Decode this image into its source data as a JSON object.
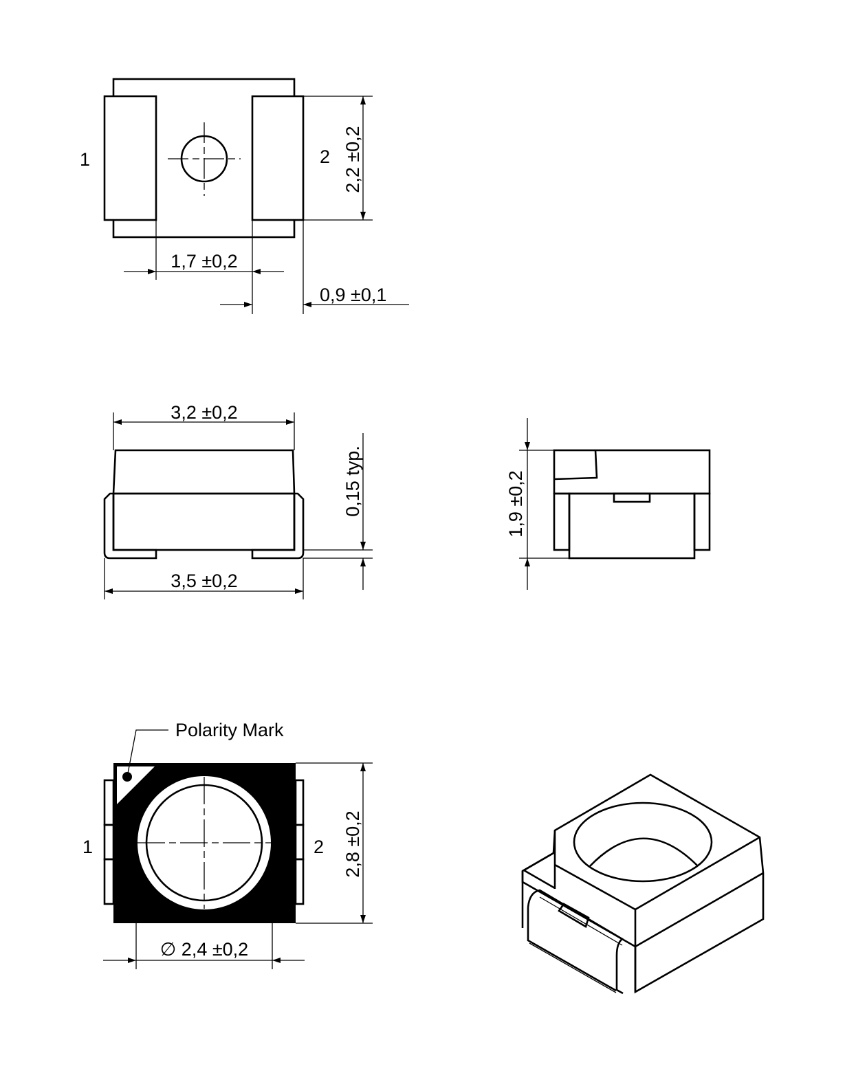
{
  "top_view": {
    "pin1_label": "1",
    "pin2_label": "2",
    "dim_height": "2,2 ±0,2",
    "dim_pad_gap": "1,7 ±0,2",
    "dim_pad_width": "0,9 ±0,1"
  },
  "side_view": {
    "dim_body_top": "3,2 ±0,2",
    "dim_overall": "3,5 ±0,2",
    "dim_lead": "0,15 typ."
  },
  "end_view": {
    "dim_height": "1,9 ±0,2"
  },
  "bottom_view": {
    "polarity_label": "Polarity Mark",
    "pin1_label": "1",
    "pin2_label": "2",
    "dim_height": "2,8 ±0,2",
    "dim_diameter": "∅ 2,4 ±0,2"
  },
  "colors": {
    "line": "#000000",
    "background": "#ffffff"
  }
}
